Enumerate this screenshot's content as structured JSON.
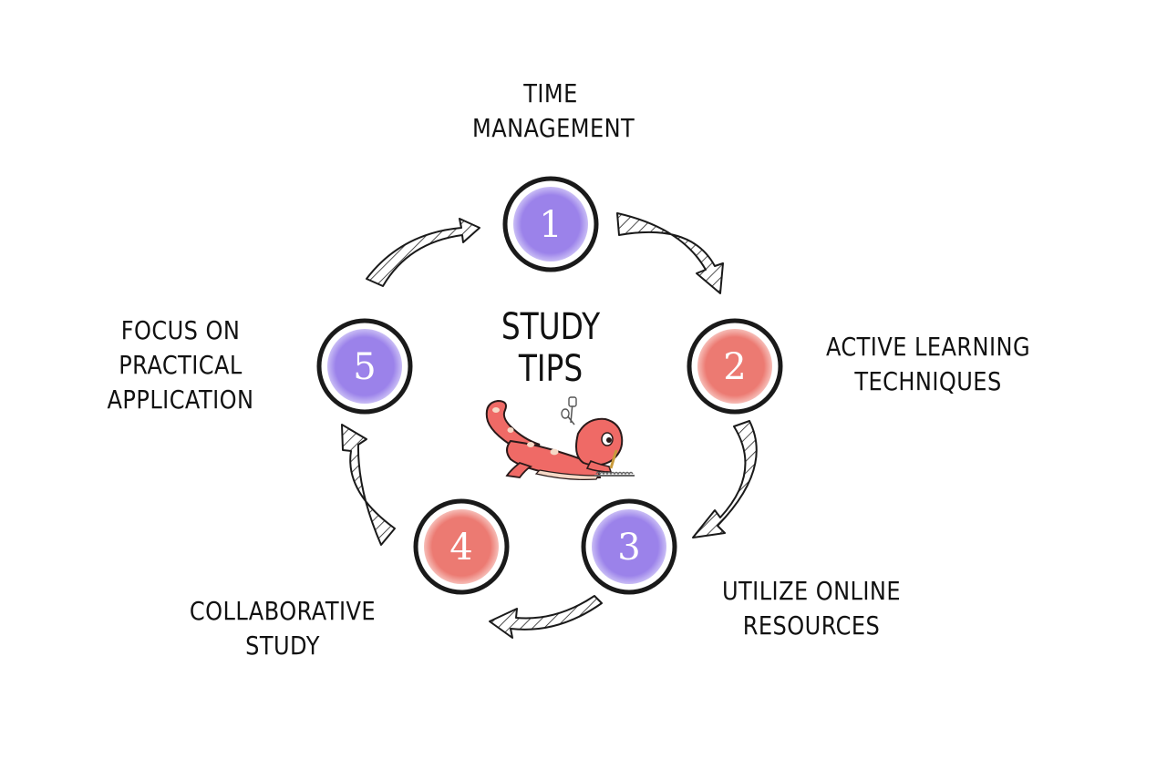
{
  "title": {
    "line1": "STUDY",
    "line2": "TIPS"
  },
  "colors": {
    "purple": "#9b82ea",
    "coral": "#ec7a72",
    "ink": "#111111",
    "mascot": "#ef6a66",
    "mascot_spots": "#f6d9c7"
  },
  "steps": [
    {
      "number": "1",
      "color": "purple",
      "lines": [
        "TIME",
        "MANAGEMENT"
      ]
    },
    {
      "number": "2",
      "color": "coral",
      "lines": [
        "ACTIVE LEARNING",
        "TECHNIQUES"
      ]
    },
    {
      "number": "3",
      "color": "purple",
      "lines": [
        "UTILIZE ONLINE",
        "RESOURCES"
      ]
    },
    {
      "number": "4",
      "color": "coral",
      "lines": [
        "COLLABORATIVE",
        "STUDY"
      ]
    },
    {
      "number": "5",
      "color": "purple",
      "lines": [
        "FOCUS ON",
        "PRACTICAL",
        "APPLICATION"
      ]
    }
  ],
  "icons": {
    "mascot": "salamander-writing-icon",
    "arrow": "hatched-curved-arrow-icon"
  }
}
